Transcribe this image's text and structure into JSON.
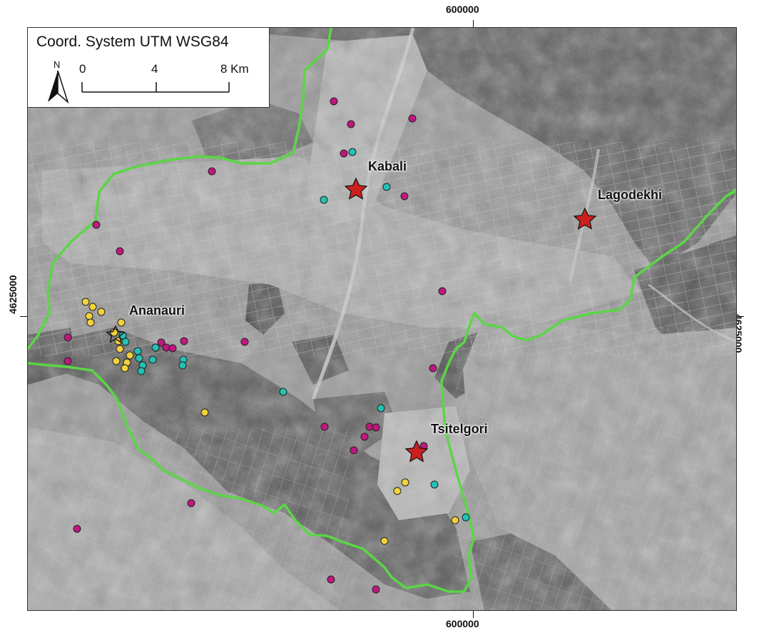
{
  "legend": {
    "coord_system": "Coord. System UTM WSG84",
    "north_label": "N",
    "scale_labels": [
      "0",
      "4",
      "8 Km"
    ]
  },
  "grid_labels": {
    "top": "600000",
    "bottom": "600000",
    "left": "4625000",
    "right": "4625000"
  },
  "places": [
    {
      "name": "Kabali"
    },
    {
      "name": "Lagodekhi"
    },
    {
      "name": "Ananauri"
    },
    {
      "name": "Tsitelgori"
    }
  ],
  "colors": {
    "boundary": "#5bd646",
    "star": "#cc1f1f",
    "magenta_points": "#c0177f",
    "cyan_points": "#22c2b5",
    "yellow_points": "#f2d13a"
  }
}
